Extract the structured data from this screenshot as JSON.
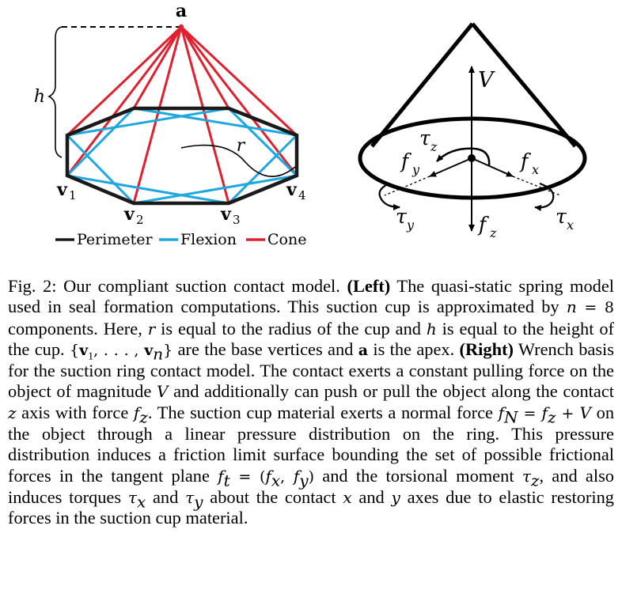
{
  "left": {
    "apex_label": "a",
    "height_label": "h",
    "radius_label": "r",
    "vertex_labels": [
      {
        "letter": "v",
        "index": "1"
      },
      {
        "letter": "v",
        "index": "2"
      },
      {
        "letter": "v",
        "index": "3"
      },
      {
        "letter": "v",
        "index": "4"
      }
    ],
    "legend": [
      {
        "label": "Perimeter",
        "color": "#1a1a1a"
      },
      {
        "label": "Flexion",
        "color": "#1fa8e0"
      },
      {
        "label": "Cone",
        "color": "#e0202e"
      }
    ]
  },
  "right": {
    "V": "V",
    "tau_z": {
      "base": "τ",
      "sub": "z"
    },
    "f_y": {
      "base": "f",
      "sub": "y"
    },
    "f_x": {
      "base": "f",
      "sub": "x"
    },
    "tau_y": {
      "base": "τ",
      "sub": "y"
    },
    "f_z": {
      "base": "f",
      "sub": "z"
    },
    "tau_x": {
      "base": "τ",
      "sub": "x"
    }
  },
  "caption": {
    "prefix": "Fig. 2: Our compliant suction contact model. ",
    "left_head": "(Left)",
    "s1": " The quasi-static spring model used in seal formation computations. This suction cup is approximated by ",
    "n": "n",
    "eq8": " = 8",
    "s2": " components. Here, ",
    "r": "r",
    "s3": " is equal to the radius of the cup and ",
    "h": "h",
    "s4": " is equal to the height of the cup. ",
    "set_open": "{",
    "v": "v",
    "one": "1",
    "dots": ", . . . , ",
    "nsub": "n",
    "set_close": "}",
    "s5": " are the base vertices and ",
    "a": "a",
    "s6": " is the apex. ",
    "right_head": "(Right)",
    "s7": " Wrench basis for the suction ring contact model. The contact exerts a constant pulling force on the object of magnitude ",
    "V": "V",
    "s8": " and additionally can push or pull the object along the contact ",
    "z": "z",
    "s9": " axis with force ",
    "f": "f",
    "zsub": "z",
    "s10": ". The suction cup material exerts a normal force ",
    "Nsub": "N",
    "eq1": " = ",
    "plus": " + ",
    "s11": " on the object through a linear pressure distribution on the ring. This pressure distribution induces a friction limit surface bounding the set of possible frictional forces in the tangent plane ",
    "tsub": "t",
    "eq2": " = (",
    "xsub": "x",
    "comma": ", ",
    "ysub": "y",
    "close": ")",
    "s12": " and the torsional moment ",
    "tau": "τ",
    "s13": ", and also induces torques ",
    "and": " and ",
    "s14": " about the contact ",
    "x": "x",
    "y": "y",
    "s15": " axes due to elastic restoring forces in the suction cup material."
  }
}
